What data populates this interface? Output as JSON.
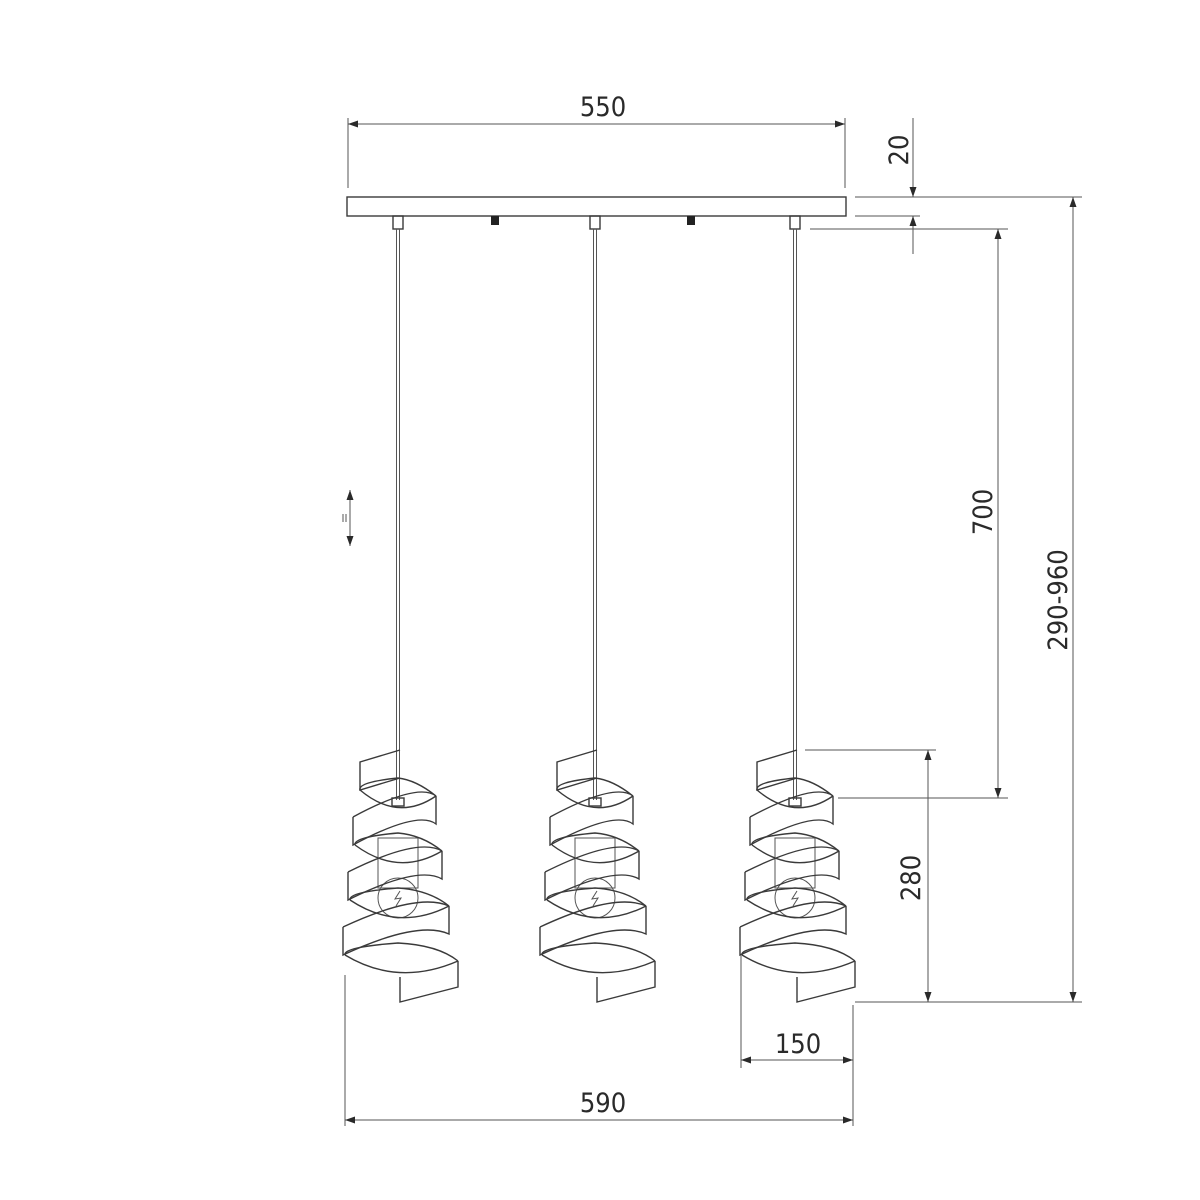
{
  "drawing": {
    "title": "Pendant lamp with 3 spiral shades - dimensional drawing",
    "line_color": "#3a3a3a",
    "background": "#ffffff",
    "shade_count": 3,
    "dimensions": {
      "canopy_length": "550",
      "canopy_height": "20",
      "cord_length": "700",
      "total_height_range": "290-960",
      "shade_height": "280",
      "shade_diameter": "150",
      "total_width": "590"
    },
    "adjustable_symbol": "height-adjustable-icon"
  }
}
